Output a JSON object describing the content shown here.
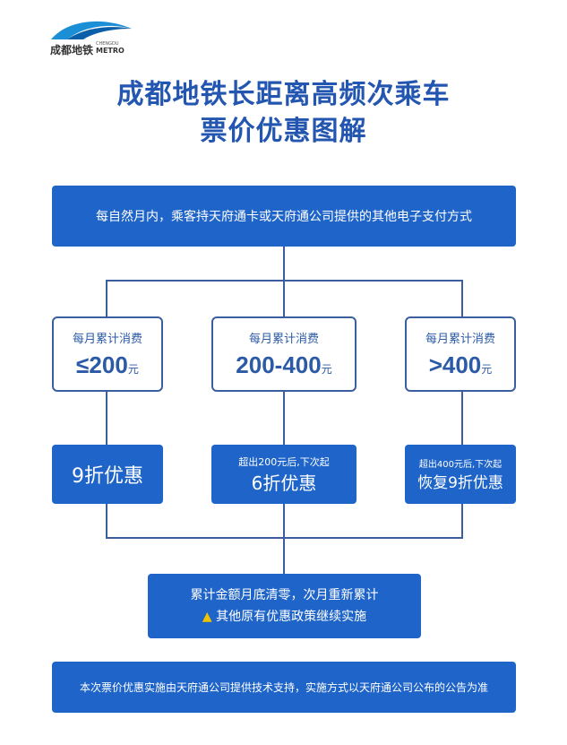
{
  "logo": {
    "cn": "成都地铁",
    "en_top": "CHENGDU",
    "en_bottom": "METRO"
  },
  "title": {
    "line1": "成都地铁长距离高频次乘车",
    "line2": "票价优惠图解"
  },
  "top_box": "每自然月内，乘客持天府通卡或天府通公司提供的其他电子支付方式",
  "tiers": [
    {
      "label": "每月累计消费",
      "amount": "≤200",
      "unit": "元",
      "discount_note": "",
      "discount": "9折优惠"
    },
    {
      "label": "每月累计消费",
      "amount": "200-400",
      "unit": "元",
      "discount_note": "超出200元后,下次起",
      "discount": "6折优惠"
    },
    {
      "label": "每月累计消费",
      "amount": ">400",
      "unit": "元",
      "discount_note": "超出400元后,下次起",
      "discount": "恢复9折优惠"
    }
  ],
  "summary": {
    "line1": "累计金额月底清零，次月重新累计",
    "line2": "其他原有优惠政策继续实施"
  },
  "footer": "本次票价优惠实施由天府通公司提供技术支持，实施方式以天府通公司公布的公告为准",
  "colors": {
    "primary": "#1f64c8",
    "line": "#3b5f9e",
    "warning": "#f2c200"
  }
}
